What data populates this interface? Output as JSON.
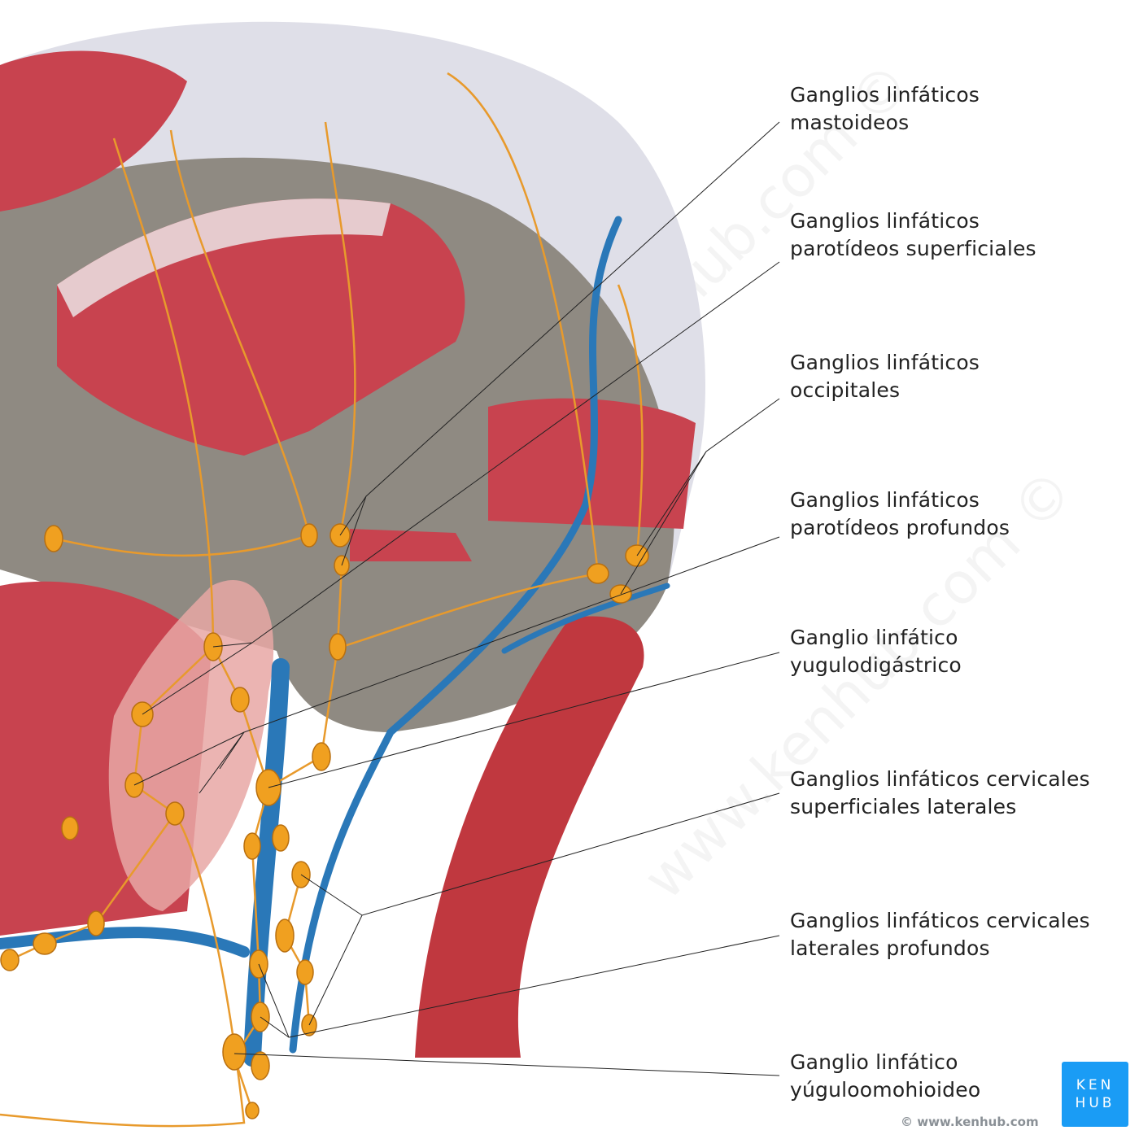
{
  "labels": [
    {
      "line1": "Ganglios linfáticos",
      "line2": "mastoideos"
    },
    {
      "line1": "Ganglios linfáticos",
      "line2": "parotídeos superficiales"
    },
    {
      "line1": "Ganglios linfáticos",
      "line2": "occipitales"
    },
    {
      "line1": "Ganglios linfáticos",
      "line2": "parotídeos profundos"
    },
    {
      "line1": "Ganglio linfático",
      "line2": "yugulodigástrico"
    },
    {
      "line1": "Ganglios linfáticos cervicales",
      "line2": "superficiales laterales"
    },
    {
      "line1": "Ganglios linfáticos cervicales",
      "line2": "laterales profundos"
    },
    {
      "line1": "Ganglio linfático",
      "line2": "yúguloomohioideo"
    }
  ],
  "logo": {
    "line1": "KEN",
    "line2": "HUB"
  },
  "copyright": "© www.kenhub.com",
  "watermark": "www.kenhub.com ©",
  "colors": {
    "muscle": "#c8434f",
    "bone": "#8f8a82",
    "node": "#f0a020",
    "vein": "#2a78b8",
    "aponeurosis": "#dcdce6",
    "logo": "#1a9cf5"
  }
}
